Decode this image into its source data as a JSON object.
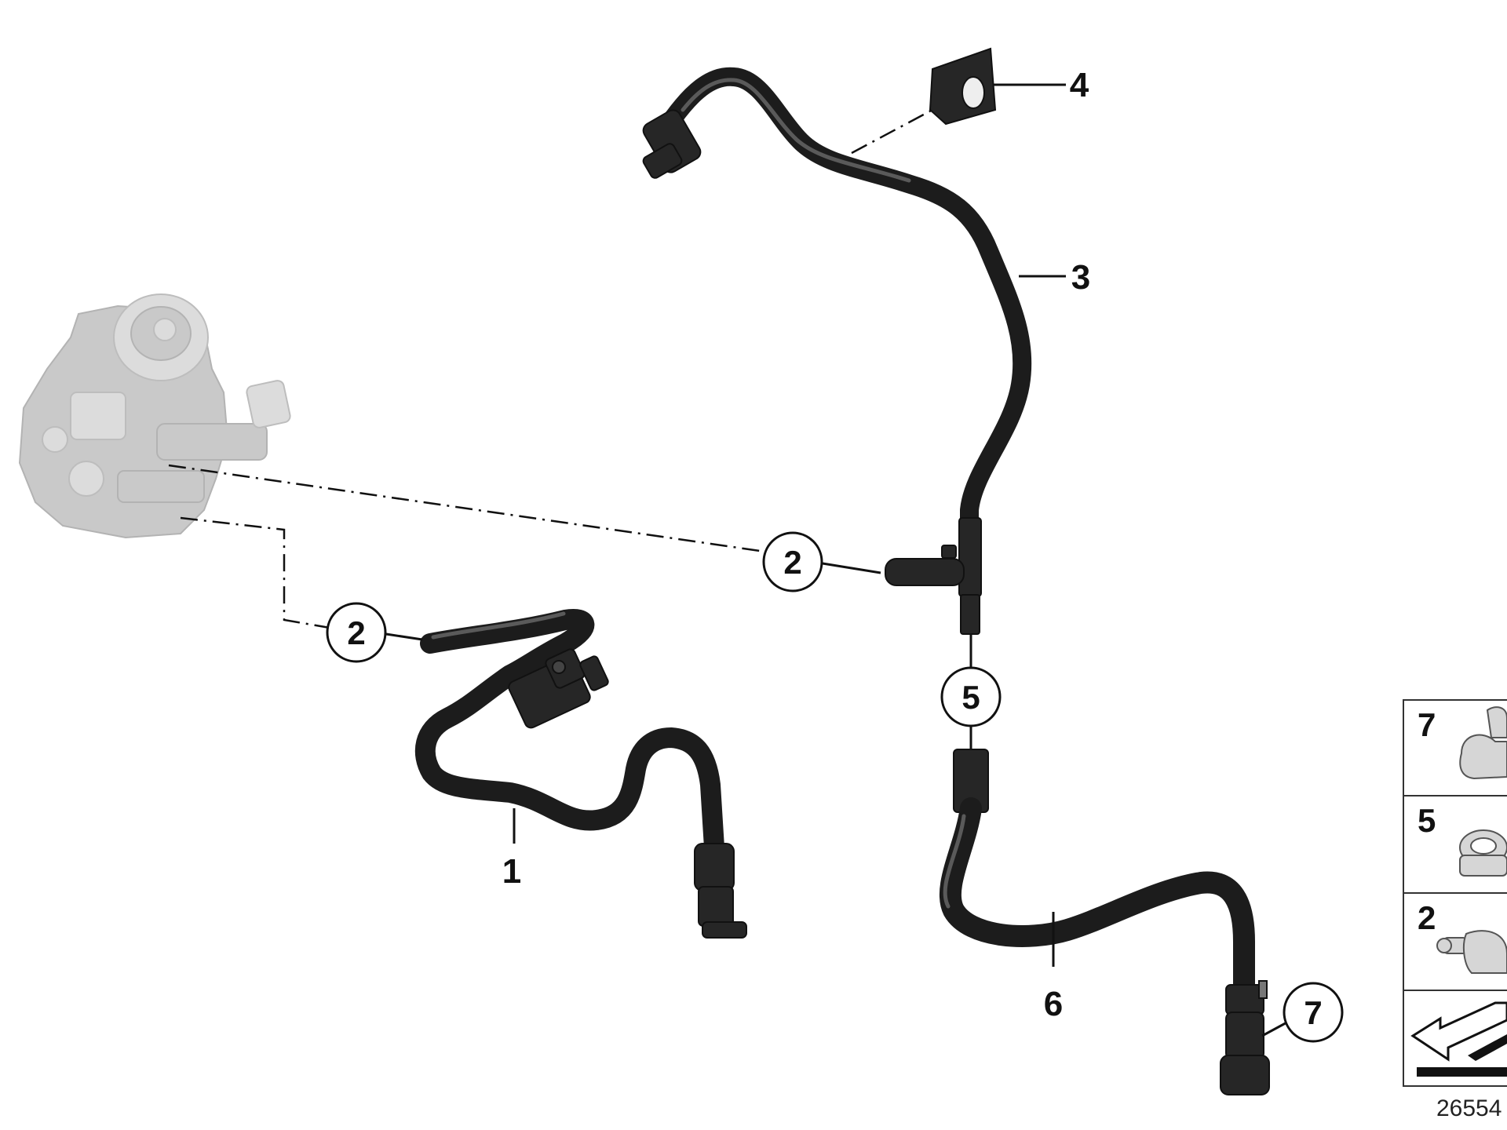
{
  "callouts": {
    "hose_1": "1",
    "connector_2_upper": "2",
    "connector_2_lower": "2",
    "hose_3": "3",
    "holder_4": "4",
    "clamp_5": "5",
    "hose_6": "6",
    "clamp_7": "7"
  },
  "legend": {
    "rows": [
      {
        "number": "7",
        "icon": "spring-clip-icon"
      },
      {
        "number": "5",
        "icon": "hose-clamp-icon"
      },
      {
        "number": "2",
        "icon": "screw-clamp-icon"
      },
      {
        "number": "",
        "icon": "pointer-arrow-icon"
      }
    ]
  },
  "diagram_id": "26554",
  "colors": {
    "hose": "#1c1c1c",
    "ghost_pump": "#c9c9c9",
    "line": "#111111"
  }
}
